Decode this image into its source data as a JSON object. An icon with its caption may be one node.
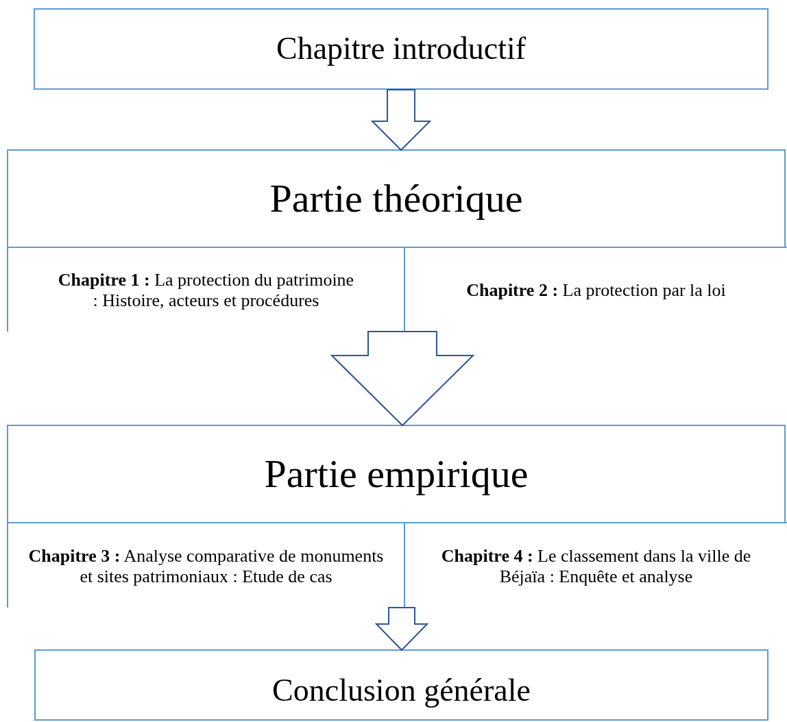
{
  "diagram": {
    "nodes": [
      {
        "text": [
          "Chapitre introductif"
        ]
      },
      {
        "text": [
          "Partie théorique"
        ]
      },
      {
        "text": [
          "**Chapitre 1 :** La protection du patrimoine : Histoire, acteurs et procédures"
        ],
        "in": 1
      },
      {
        "text": [
          "**Chapitre 2 :** La protection par la loi"
        ],
        "in": 1
      },
      {
        "text": [
          "Partie empirique"
        ]
      },
      {
        "text": [
          "**Chapitre 3 :** Analyse comparative de monuments et sites patrimoniaux : Etude de cas"
        ],
        "in": 4
      },
      {
        "text": [
          "**Chapitre 4 :** Le classement dans la ville de Béjaïa : Enquête et analyse"
        ],
        "in": 4
      },
      {
        "text": [
          "Conclusion générale"
        ]
      }
    ],
    "edges": [
      {
        "from": 0,
        "to": 1,
        "arrow": "to"
      },
      {
        "from": 1,
        "to": 4,
        "arrow": "to"
      },
      {
        "from": 4,
        "to": 7,
        "arrow": "to"
      }
    ]
  }
}
